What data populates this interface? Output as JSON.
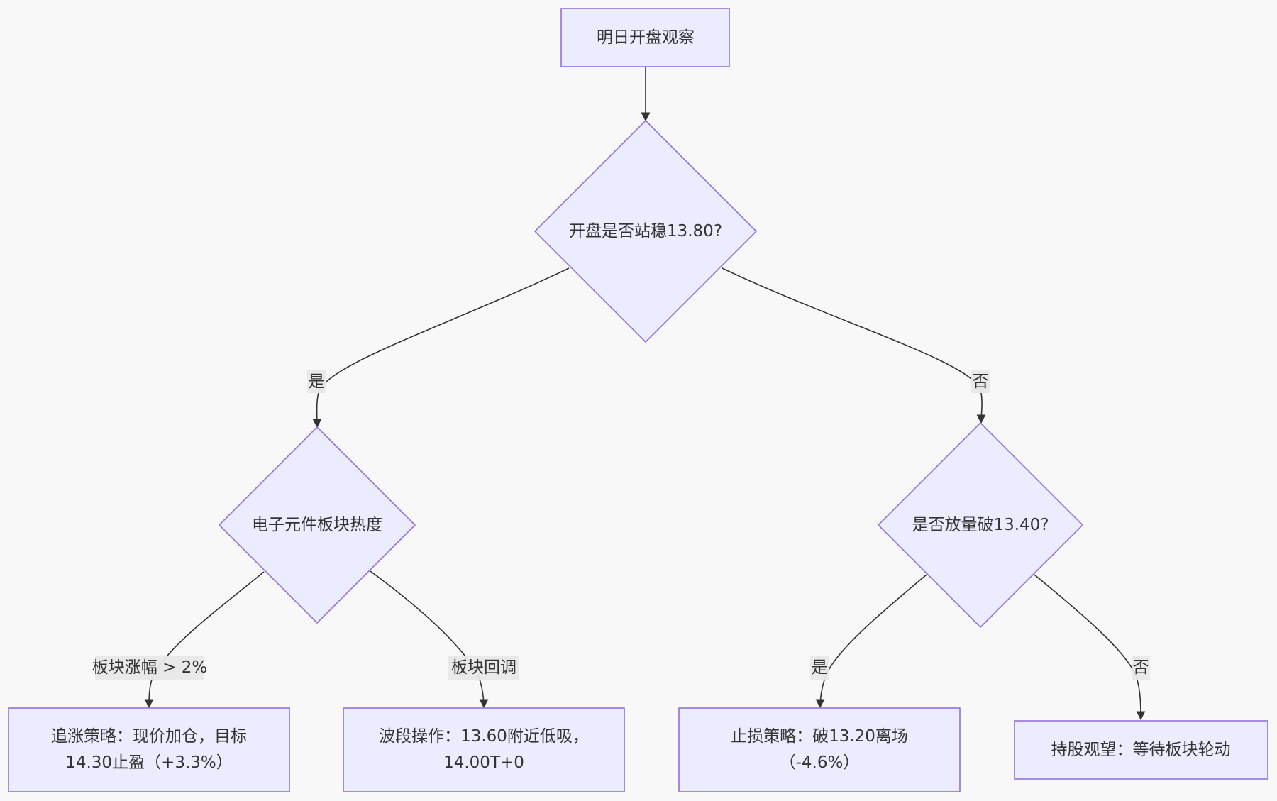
{
  "nodes": {
    "start": "明日开盘观察",
    "q1": "开盘是否站稳13.80?",
    "q2": "电子元件板块热度",
    "q3": "是否放量破13.40?",
    "a1": [
      "追涨策略：现价加仓，目标",
      "14.30止盈（+3.3%）"
    ],
    "a2": [
      "波段操作：13.60附近低吸，",
      "14.00T+0"
    ],
    "a3": [
      "止损策略：破13.20离场",
      "（-4.6%）"
    ],
    "a4": "持股观望：等待板块轮动"
  },
  "edges": {
    "q1_yes": "是",
    "q1_no": "否",
    "q2_up": "板块涨幅 > 2%",
    "q2_down": "板块回调",
    "q3_yes": "是",
    "q3_no": "否"
  },
  "colors": {
    "node_fill": "#ececff",
    "node_stroke": "#9370db",
    "edge": "#333333",
    "background": "#f8f8f8"
  }
}
